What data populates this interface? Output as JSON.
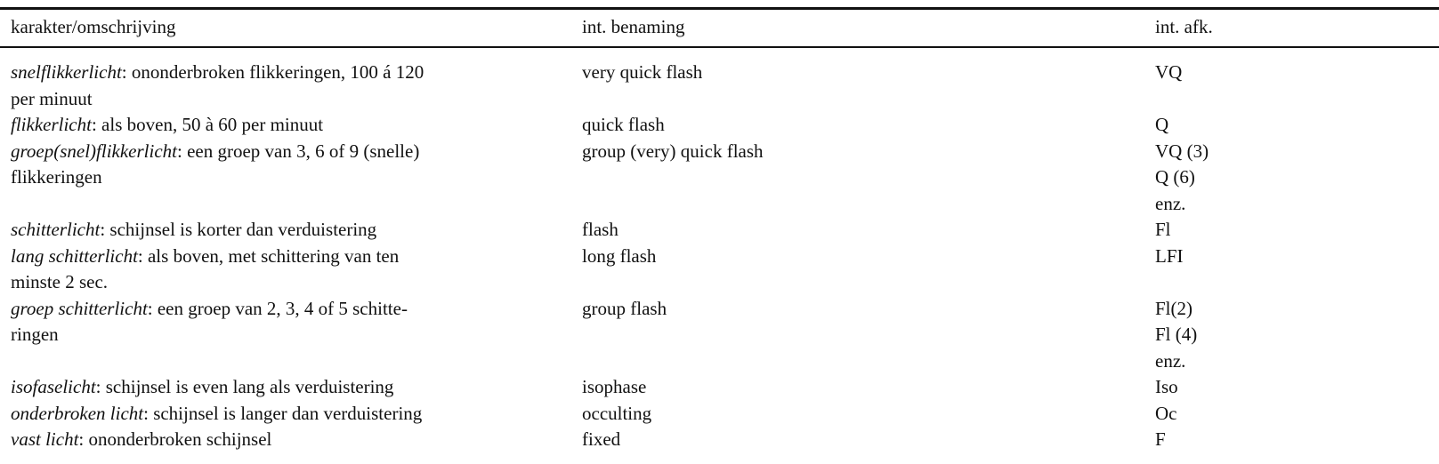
{
  "table": {
    "headers": {
      "description": "karakter/omschrijving",
      "name": "int. benaming",
      "abbreviation": "int. afk."
    },
    "rows": [
      {
        "term": "snelflikkerlicht",
        "desc_line1": ": ononderbroken flikkeringen, 100 á 120",
        "desc_line2": "per minuut",
        "name": "very quick flash",
        "abbr": [
          "VQ"
        ]
      },
      {
        "term": "flikkerlicht",
        "desc_line1": ": als boven, 50 à 60 per minuut",
        "desc_line2": "",
        "name": "quick flash",
        "abbr": [
          "Q"
        ]
      },
      {
        "term": "groep(snel)flikkerlicht",
        "desc_line1": ": een groep van 3, 6 of 9 (snelle)",
        "desc_line2": "flikkeringen",
        "name": "group (very) quick flash",
        "abbr": [
          "VQ (3)",
          "Q (6)",
          "enz."
        ]
      },
      {
        "term": "schitterlicht",
        "desc_line1": ": schijnsel is korter dan verduistering",
        "desc_line2": "",
        "name": "flash",
        "abbr": [
          "Fl"
        ]
      },
      {
        "term": "lang schitterlicht",
        "desc_line1": ": als boven, met schittering van ten",
        "desc_line2": "minste 2 sec.",
        "name": "long flash",
        "abbr": [
          "LFI"
        ]
      },
      {
        "term": "groep schitterlicht",
        "desc_line1": ": een groep van 2, 3, 4 of 5 schitte-",
        "desc_line2": "ringen",
        "name": "group flash",
        "abbr": [
          "Fl(2)",
          "Fl (4)",
          "enz."
        ]
      },
      {
        "term": "isofaselicht",
        "desc_line1": ": schijnsel is even lang als verduistering",
        "desc_line2": "",
        "name": "isophase",
        "abbr": [
          "Iso"
        ]
      },
      {
        "term": "onderbroken licht",
        "desc_line1": ": schijnsel is langer dan verduistering",
        "desc_line2": "",
        "name": "occulting",
        "abbr": [
          "Oc"
        ]
      },
      {
        "term": "vast licht",
        "desc_line1": ": ononderbroken schijnsel",
        "desc_line2": "",
        "name": "fixed",
        "abbr": [
          "F"
        ]
      }
    ]
  }
}
